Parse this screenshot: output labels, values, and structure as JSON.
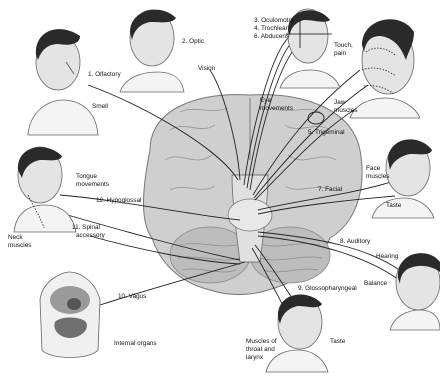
{
  "labels": {
    "olfactory": "1. Olfactory",
    "smell": "Smell",
    "optic": "2. Optic",
    "vision": "Vision",
    "oculomotor": "3. Oculomotor",
    "trochlear": "4. Trochlear",
    "abducens": "6. Abducens",
    "touch": "Touch,",
    "pain": "pain",
    "eye_movements_1": "Eye",
    "eye_movements_2": "movements",
    "jaw_muscles_1": "Jaw",
    "jaw_muscles_2": "muscles",
    "trigeminal": "5. Trigeminal",
    "tongue_1": "Tongue",
    "tongue_2": "movements",
    "face_muscles_1": "Face",
    "face_muscles_2": "muscles",
    "facial": "7. Facial",
    "taste_face": "Taste",
    "hypoglossal": "12. Hypoglossal",
    "spinal_1": "11. Spinal",
    "spinal_2": "accessory",
    "neck_1": "Neck",
    "neck_2": "muscles",
    "auditory": "8. Auditory",
    "hearing": "Hearing",
    "balance": "Balance",
    "glosso": "9. Glossopharyngeal",
    "vagus": "10. Vagus",
    "internal": "Internal organs",
    "throat_1": "Muscles of",
    "throat_2": "throat and",
    "throat_3": "larynx",
    "taste_throat": "Taste"
  },
  "colors": {
    "brain": "#cfcfcf",
    "brain_dark": "#9a9a9a",
    "skin": "#e4e4e4",
    "hair": "#2a2a2a",
    "line": "#222222",
    "organs": "#6f6f6f"
  }
}
